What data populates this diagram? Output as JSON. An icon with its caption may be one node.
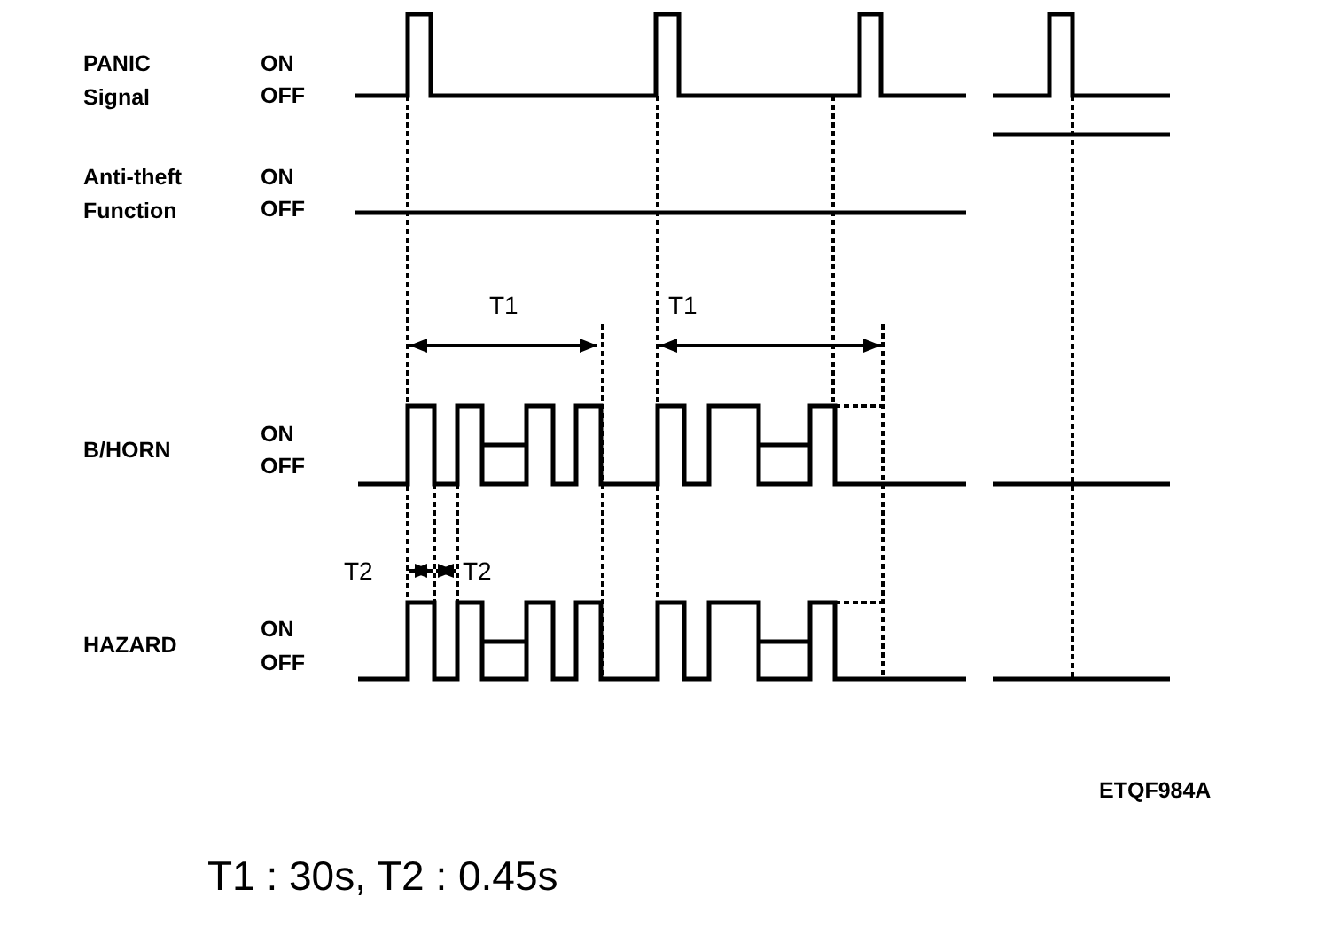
{
  "diagram": {
    "caption": "T1 : 30s, T2 : 0.45s",
    "labels": [
      "PANIC Signal",
      "ON",
      "OFF",
      "Anti-theft Function",
      "ON",
      "OFF",
      "T1",
      "T1",
      "B/HORN",
      "ON",
      "OFF",
      "T2",
      "T2",
      "HAZARD",
      "ON",
      "OFF",
      "ETQF984A"
    ]
  }
}
